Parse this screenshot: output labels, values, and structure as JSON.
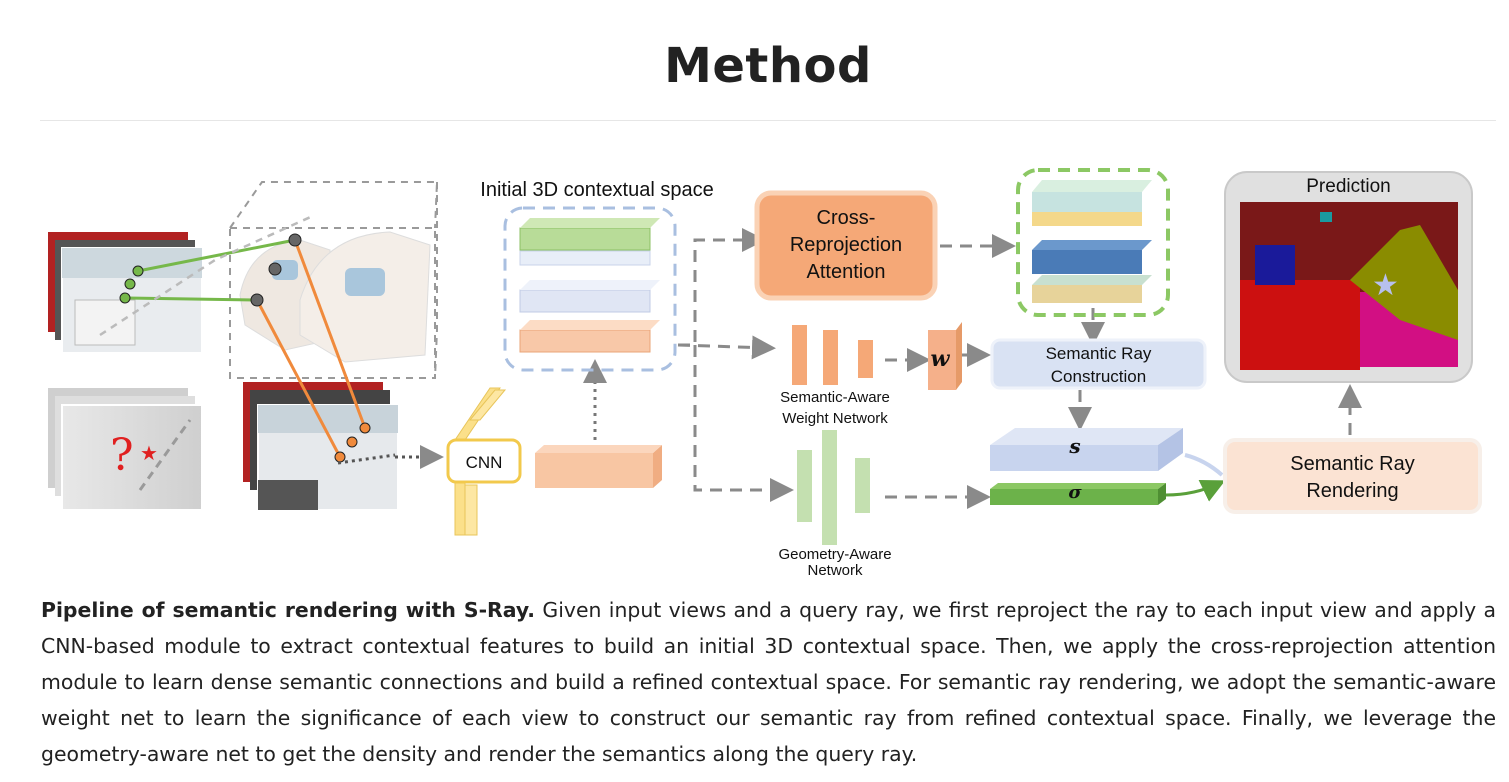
{
  "section": {
    "title": "Method"
  },
  "figure": {
    "labels": {
      "initial_space": "Initial 3D contextual space",
      "cnn": "CNN",
      "cross_attention": "Cross-Reprojection Attention",
      "cross_attention_l1": "Cross-",
      "cross_attention_l2": "Reprojection",
      "cross_attention_l3": "Attention",
      "weight_symbol": "w",
      "weight_net_l1": "Semantic-Aware",
      "weight_net_l2": "Weight Network",
      "ray_construction_l1": "Semantic Ray",
      "ray_construction_l2": "Construction",
      "s_symbol": "s",
      "sigma_symbol": "σ",
      "geometry_net_l1": "Geometry-Aware",
      "geometry_net_l2": "Network",
      "ray_rendering_l1": "Semantic Ray",
      "ray_rendering_l2": "Rendering",
      "prediction": "Prediction",
      "query_mark": "?"
    },
    "colors": {
      "green": "#76b84a",
      "orange": "#f08a3c",
      "peach": "#f6b58c",
      "blue_light": "#d5def0",
      "dashed": "#8a8a8a",
      "prediction_bg": "#e0e0e0"
    }
  },
  "caption": {
    "bold": "Pipeline of semantic rendering with S-Ray.",
    "text": " Given input views and a query ray, we first reproject the ray to each input view and apply a CNN-based module to extract contextual features to build an initial 3D contextual space. Then, we apply the cross-reprojection attention module to learn dense semantic connections and build a refined contextual space. For semantic ray rendering, we adopt the semantic-aware weight net to learn the significance of each view to construct our semantic ray from refined contextual space. Finally, we leverage the geometry-aware net to get the density and render the semantics along the query ray."
  }
}
